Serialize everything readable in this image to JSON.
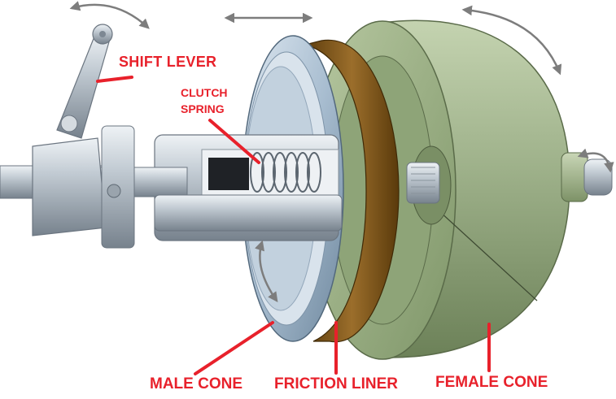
{
  "labels": {
    "shift_lever": "SHIFT LEVER",
    "clutch_spring_line1": "CLUTCH",
    "clutch_spring_line2": "SPRING",
    "male_cone": "MALE CONE",
    "friction_liner": "FRICTION LINER",
    "female_cone": "FEMALE CONE"
  },
  "colors": {
    "label_text": "#e8212b",
    "leader_line": "#e8212b",
    "female_cone": "#9aae82",
    "friction_liner": "#7a5212",
    "male_cone": "#a9c0d3",
    "shaft_steel": "#b9c3cc",
    "motion_arrow": "#7d7d7d"
  },
  "icons": {
    "motion_arrows": "curved-double-arrow",
    "slide_arrow": "horizontal-double-arrow"
  }
}
